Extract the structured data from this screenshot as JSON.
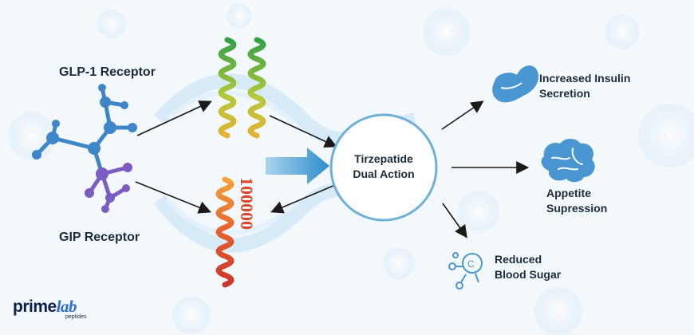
{
  "receptors": {
    "glp1": "GLP-1 Receptor",
    "gip": "GIP Receptor"
  },
  "center": {
    "line1": "Tirzepatide",
    "line2": "Dual Action"
  },
  "outcomes": {
    "insulin": [
      "Increased Insulin",
      "Secretion"
    ],
    "appetite": [
      "Appetite",
      "Supression"
    ],
    "sugar": [
      "Reduced",
      "Blood Sugar"
    ]
  },
  "helix_label": "100000",
  "logo": {
    "main_a": "prime",
    "main_b": "lab",
    "sub": "peptides"
  },
  "colors": {
    "arrow": "#1a1a1a",
    "circle_stroke": "#6fb0d9",
    "big_arrow": "#3d95cf",
    "icon_blue": "#4a96d2",
    "molecule_blue": "#3f86c8",
    "molecule_purple": "#7a5cc2"
  }
}
